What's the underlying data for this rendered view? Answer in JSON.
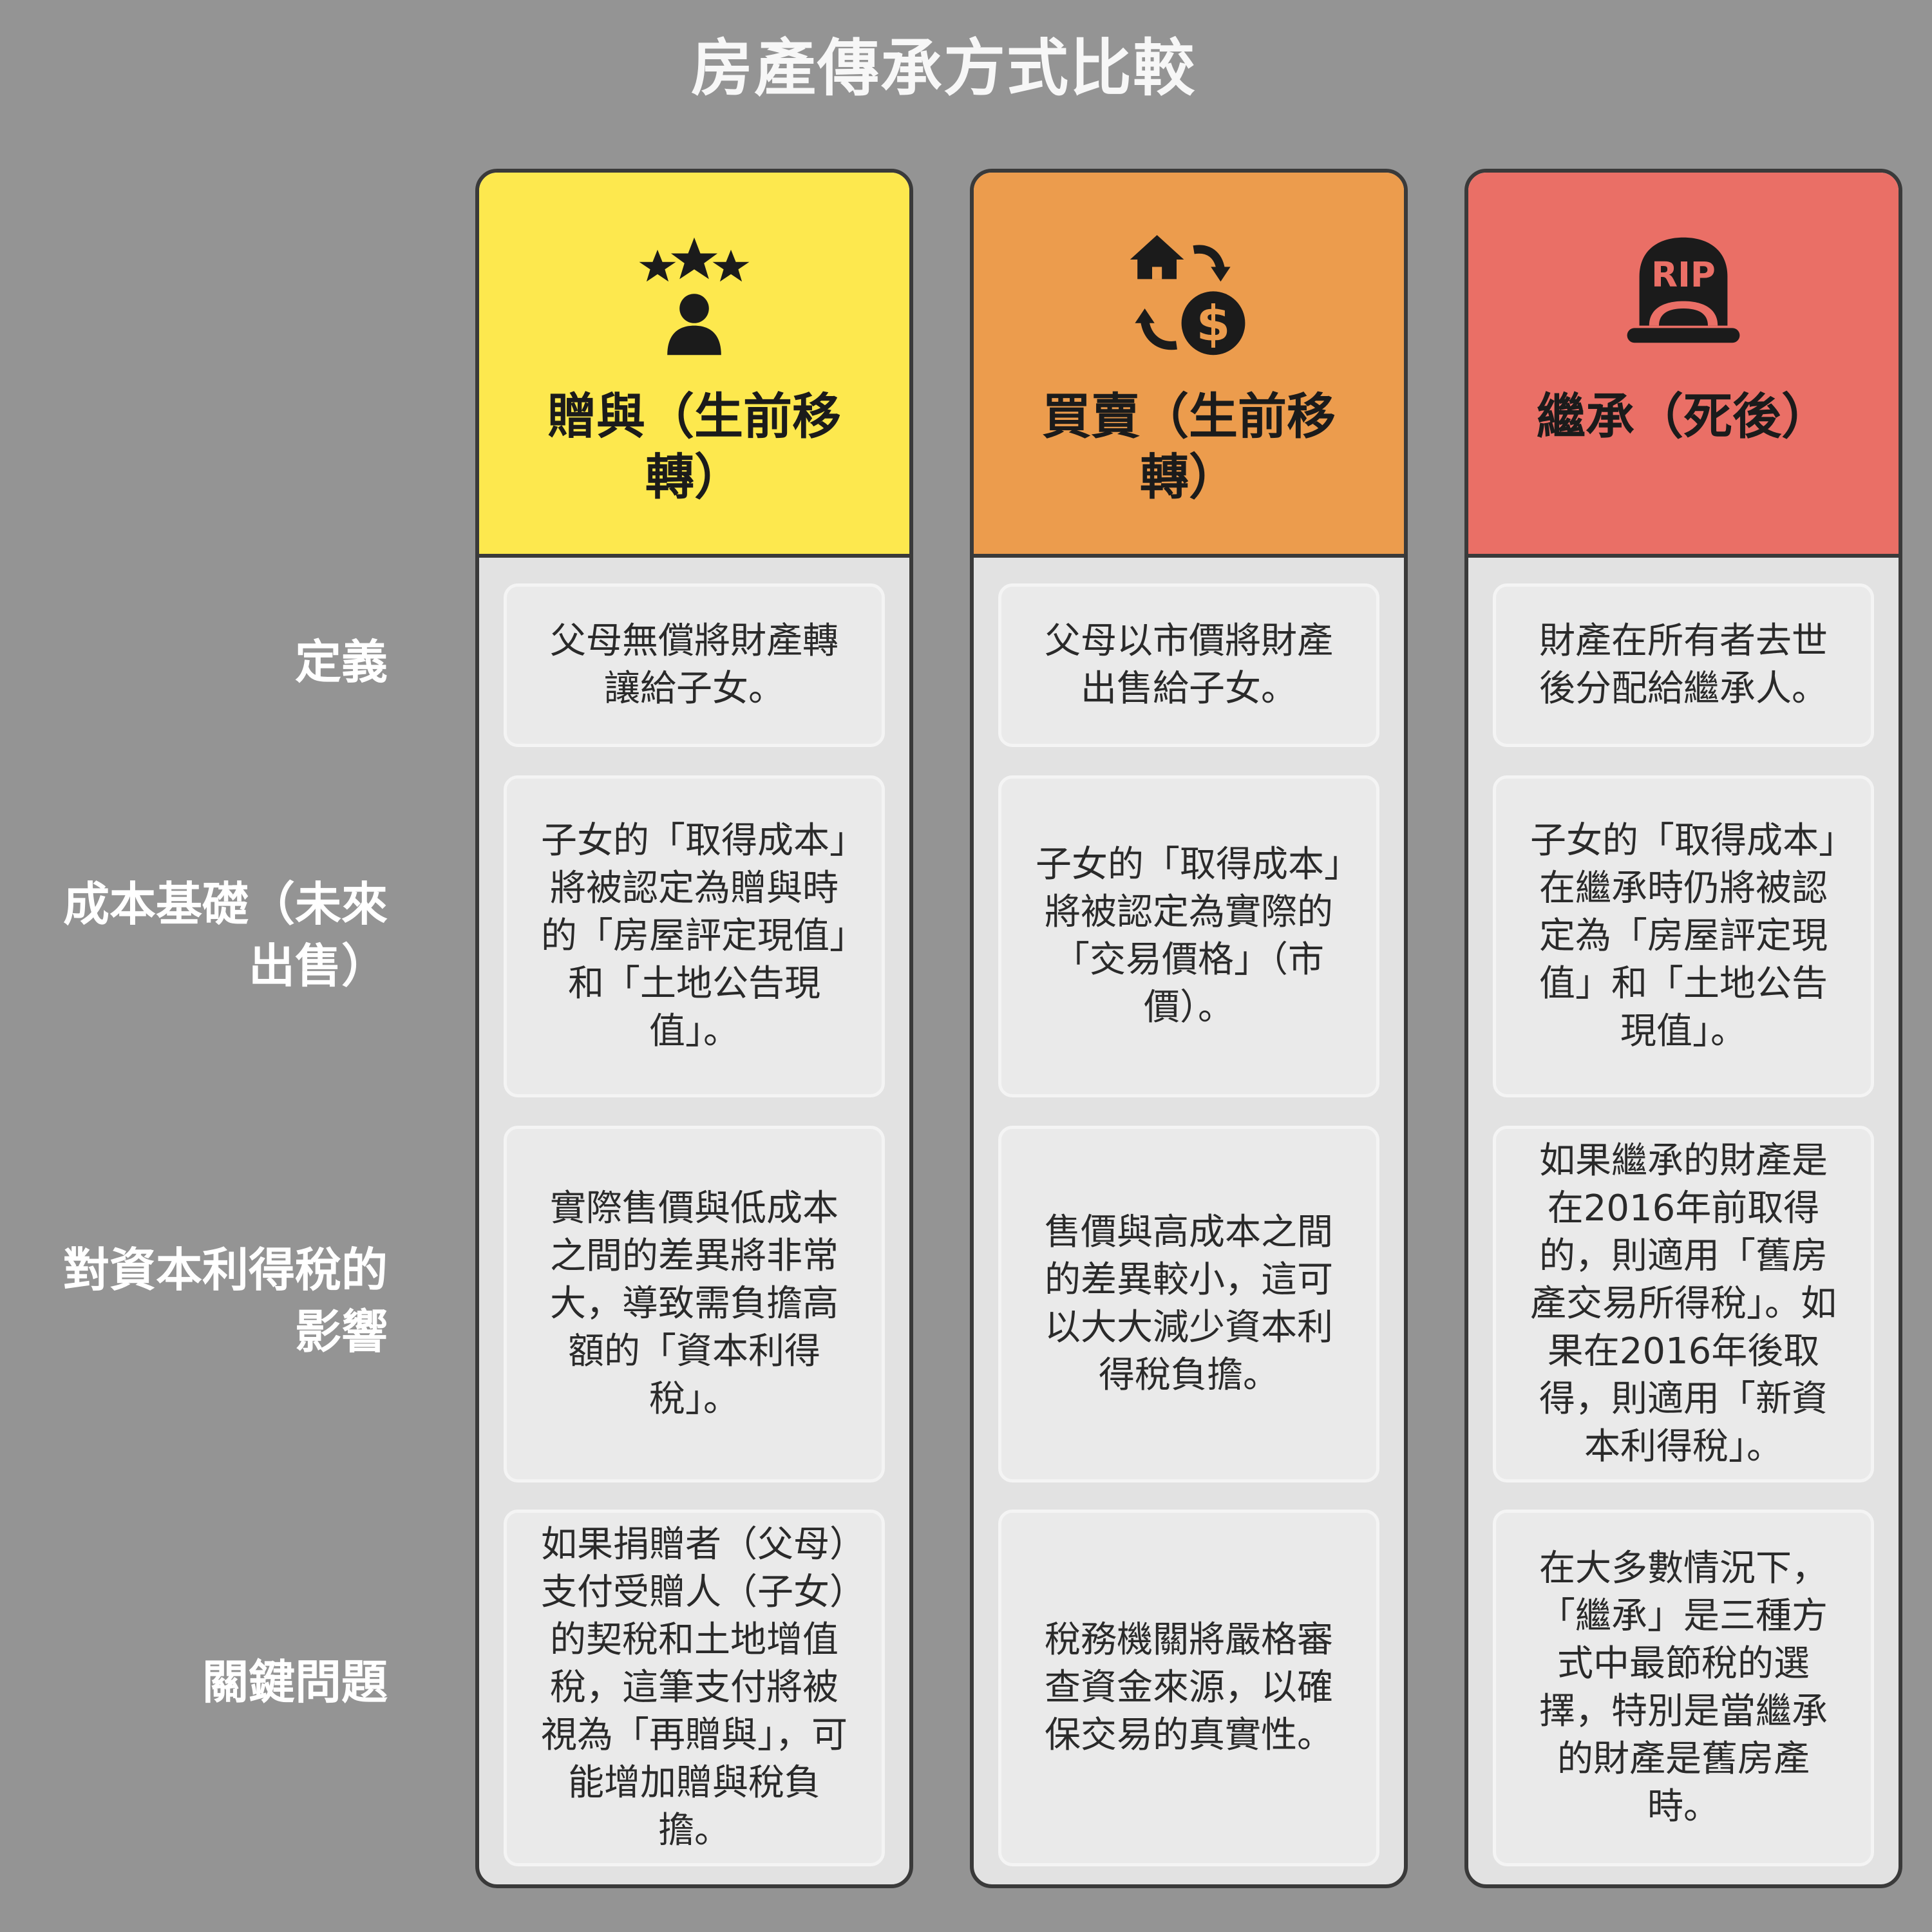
{
  "title": "房產傳承方式比較",
  "row_labels": {
    "definition": "定義",
    "cost_basis": "成本基礎（未來出售）",
    "tax_impact": "對資本利得稅的影響",
    "key_issue": "關鍵問題"
  },
  "columns": [
    {
      "icon": "stars-person-icon",
      "color": "#fde84e",
      "title": "贈與（生前移轉）",
      "definition": "父母無償將財產轉讓給子女。",
      "cost_basis": "子女的「取得成本」將被認定為贈與時的「房屋評定現值」和「土地公告現值」。",
      "tax_impact": "實際售價與低成本之間的差異將非常大，導致需負擔高額的「資本利得稅」。",
      "key_issue": "如果捐贈者（父母）支付受贈人（子女）的契稅和土地增值稅，這筆支付將被視為「再贈與」，可能增加贈與稅負擔。"
    },
    {
      "icon": "house-money-exchange-icon",
      "color": "#ec9c4d",
      "title": "買賣（生前移轉）",
      "definition": "父母以市價將財產出售給子女。",
      "cost_basis": "子女的「取得成本」將被認定為實際的「交易價格」（市價）。",
      "tax_impact": "售價與高成本之間的差異較小，這可以大大減少資本利得稅負擔。",
      "key_issue": "稅務機關將嚴格審查資金來源，以確保交易的真實性。"
    },
    {
      "icon": "tombstone-rip-icon",
      "color": "#ea6f66",
      "title": "繼承（死後）",
      "definition": "財產在所有者去世後分配給繼承人。",
      "cost_basis": "子女的「取得成本」在繼承時仍將被認定為「房屋評定現值」和「土地公告現值」。",
      "tax_impact": "如果繼承的財產是在2016年前取得的，則適用「舊房產交易所得稅」。如果在2016年後取得，則適用「新資本利得稅」。",
      "key_issue": "在大多數情況下，「繼承」是三種方式中最節稅的選擇，特別是當繼承的財產是舊房產時。"
    }
  ]
}
